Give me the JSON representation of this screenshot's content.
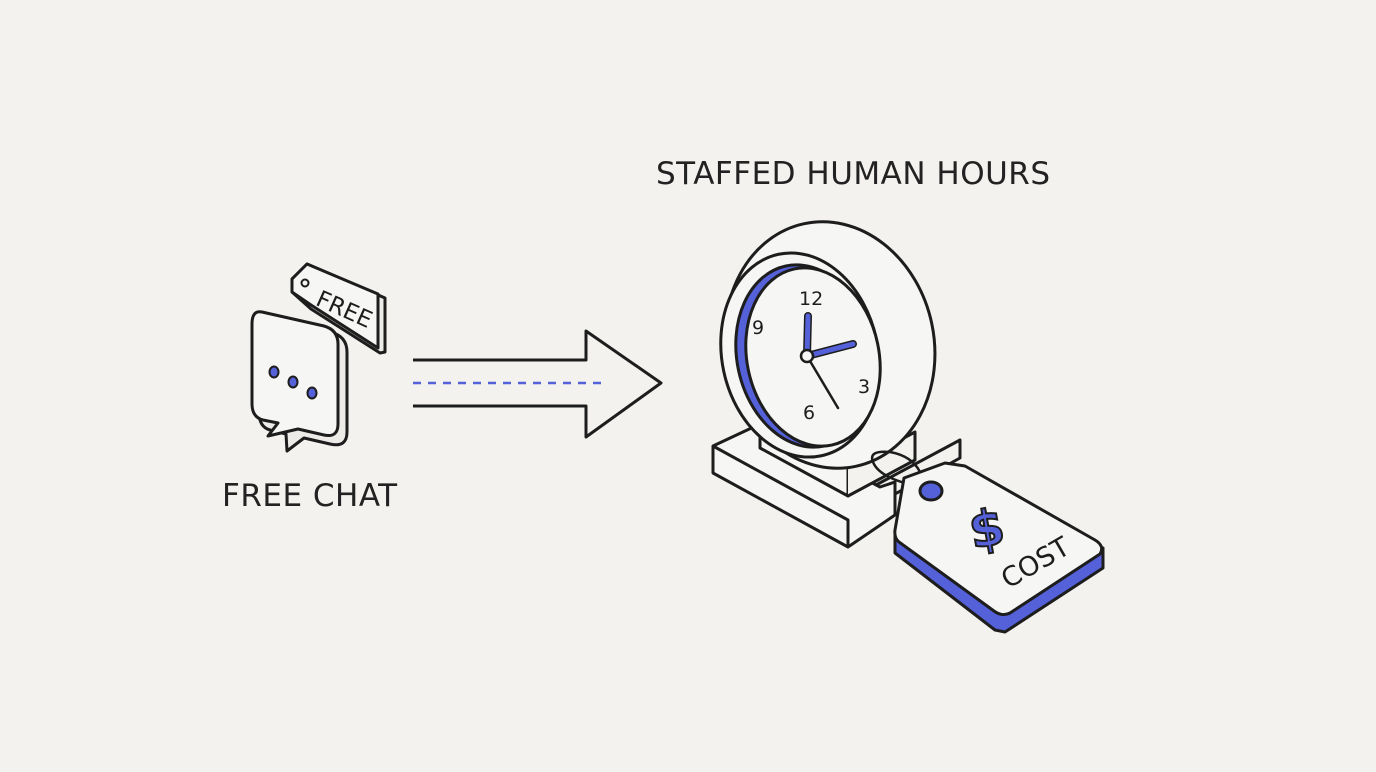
{
  "left": {
    "label": "FREE CHAT",
    "tag_text": "FREE",
    "icon": "chat-bubble-icon"
  },
  "right": {
    "label": "STAFFED HUMAN HOURS",
    "icon": "clock-icon",
    "clock_numbers": [
      "12",
      "3",
      "6",
      "9"
    ],
    "price_tag_symbol": "$",
    "price_tag_text": "COST"
  },
  "colors": {
    "background": "#f3f2ee",
    "line": "#1d1d1d",
    "accent": "#5561d9",
    "fill": "#f6f6f4"
  }
}
